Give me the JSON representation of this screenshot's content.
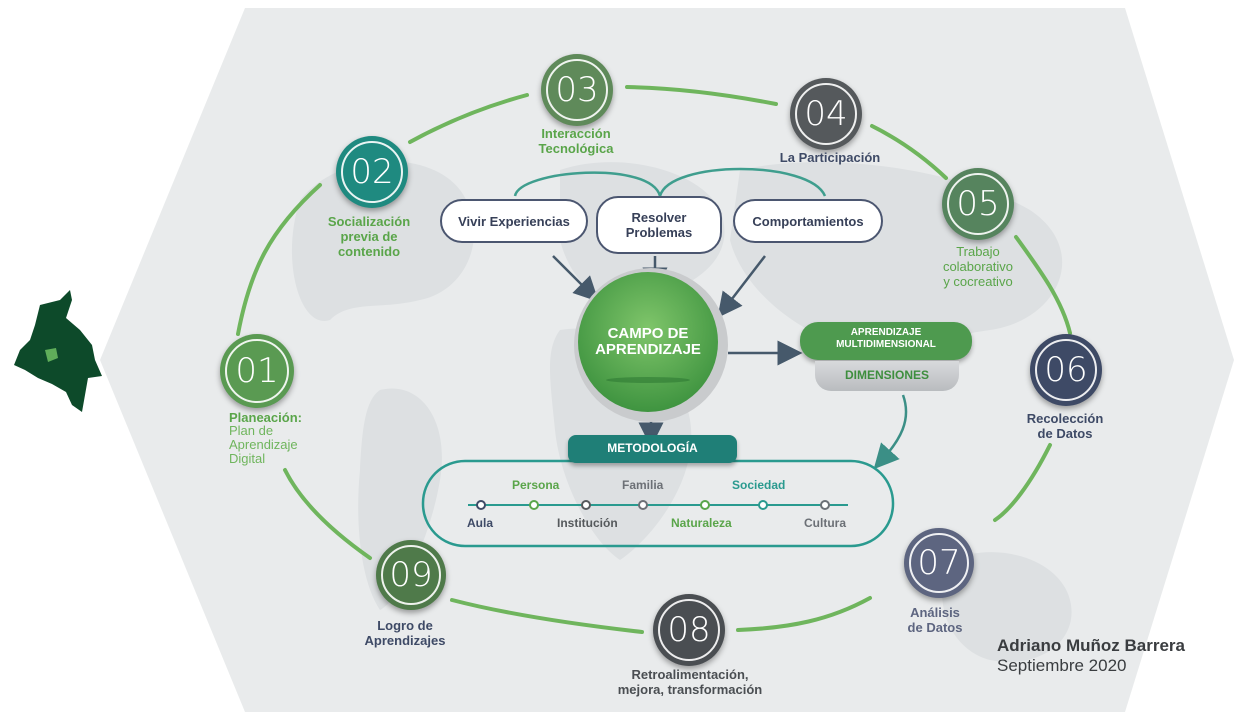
{
  "colors": {
    "green": "#4e9a4f",
    "light_green": "#6fb55d",
    "teal": "#1f8a80",
    "slate": "#4b5670",
    "dark_gray": "#55595c",
    "navy": "#3e4a66",
    "map_bg": "#e9ebec",
    "colombia": "#0d4a2a"
  },
  "steps": [
    {
      "num": "01",
      "label": "Planeación:",
      "sub": "Plan de\nAprendizaje\nDigital"
    },
    {
      "num": "02",
      "label": "Socialización\nprevia de\ncontenido"
    },
    {
      "num": "03",
      "label": "Interacción\nTecnológica"
    },
    {
      "num": "04",
      "label": "La Participación"
    },
    {
      "num": "05",
      "label": "Trabajo\ncolaborativo\ny cocreativo"
    },
    {
      "num": "06",
      "label": "Recolección\nde Datos"
    },
    {
      "num": "07",
      "label": "Análisis\nde Datos"
    },
    {
      "num": "08",
      "label": "Retroalimentación,\nmejora, transformación"
    },
    {
      "num": "09",
      "label": "Logro de\nAprendizajes"
    }
  ],
  "pills": [
    "Vivir Experiencias",
    "Resolver\nProblemas",
    "Comportamientos"
  ],
  "center": {
    "title": "CAMPO DE\nAPRENDIZAJE"
  },
  "multi": {
    "title": "APRENDIZAJE\nMULTIDIMENSIONAL",
    "sub": "DIMENSIONES"
  },
  "metodologia": {
    "title": "METODOLOGÍA",
    "top": [
      "Persona",
      "Familia",
      "Sociedad"
    ],
    "bottom": [
      "Aula",
      "Institución",
      "Naturaleza",
      "Cultura"
    ]
  },
  "author": {
    "name": "Adriano Muñoz Barrera",
    "date": "Septiembre 2020"
  }
}
